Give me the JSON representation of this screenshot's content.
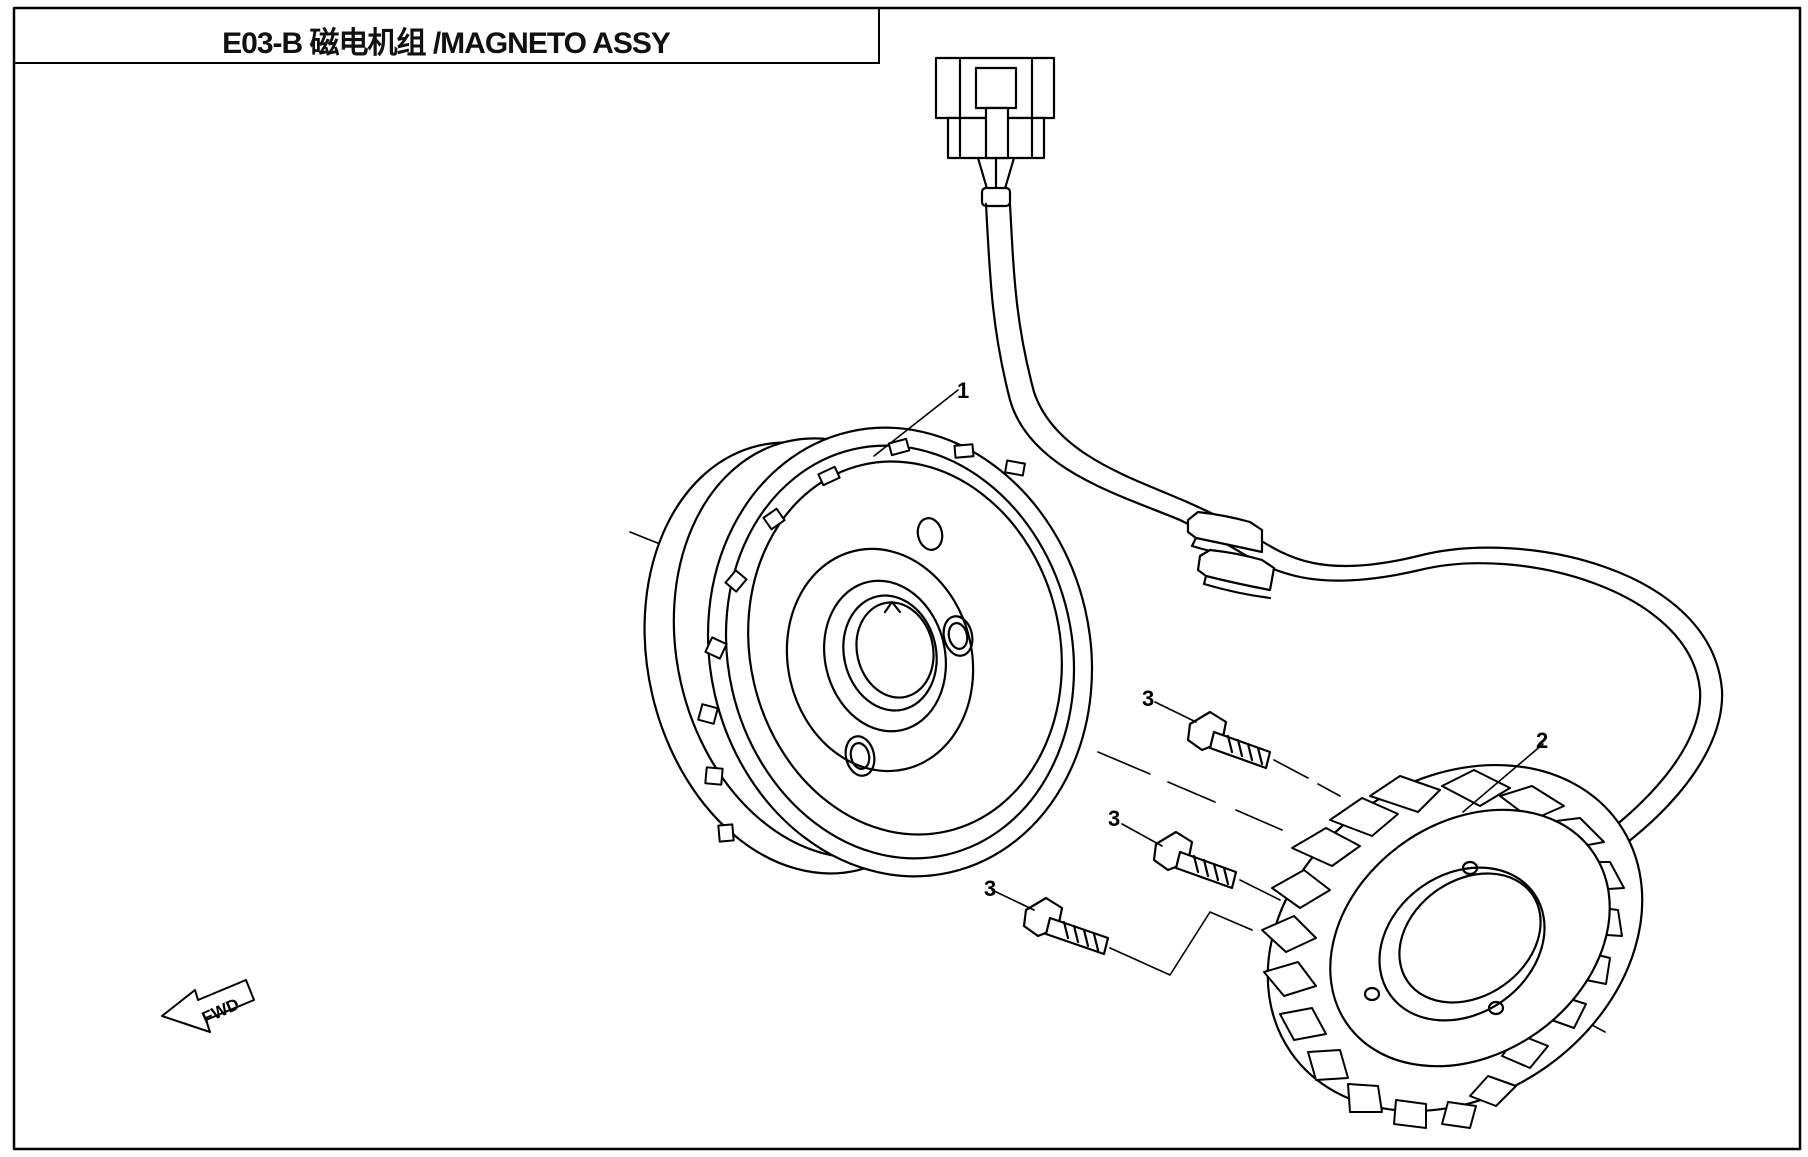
{
  "title": "E03-B 磁电机组 /MAGNETO ASSY",
  "fwd_label": "FWD",
  "callouts": [
    {
      "id": "flywheel",
      "label": "1"
    },
    {
      "id": "stator",
      "label": "2"
    },
    {
      "id": "bolt-a",
      "label": "3"
    },
    {
      "id": "bolt-b",
      "label": "3"
    },
    {
      "id": "bolt-c",
      "label": "3"
    }
  ],
  "colors": {
    "line": "#000000",
    "background": "#ffffff"
  }
}
